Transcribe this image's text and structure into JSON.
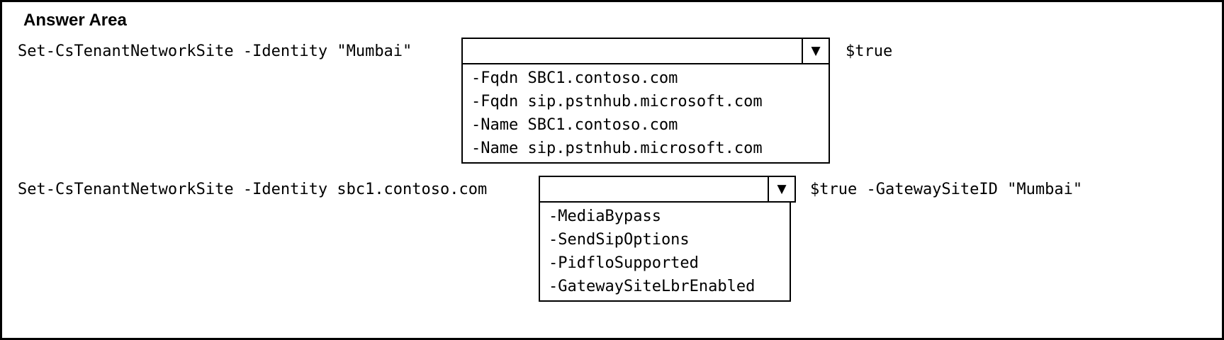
{
  "title": "Answer Area",
  "icons": {
    "dropdown_arrow": "▼"
  },
  "colors": {
    "border": "#000000",
    "background": "#ffffff",
    "text": "#000000"
  },
  "rows": [
    {
      "prefix": "Set-CsTenantNetworkSite -Identity \"Mumbai\"",
      "dropdown_value": "",
      "suffix": "$true",
      "options": [
        "-Fqdn SBC1.contoso.com",
        "-Fqdn sip.pstnhub.microsoft.com",
        "-Name SBC1.contoso.com",
        "-Name sip.pstnhub.microsoft.com"
      ]
    },
    {
      "prefix": "Set-CsTenantNetworkSite -Identity sbc1.contoso.com",
      "dropdown_value": "",
      "suffix": "$true -GatewaySiteID \"Mumbai\"",
      "options": [
        "-MediaBypass",
        "-SendSipOptions",
        "-PidfloSupported",
        "-GatewaySiteLbrEnabled"
      ]
    }
  ]
}
